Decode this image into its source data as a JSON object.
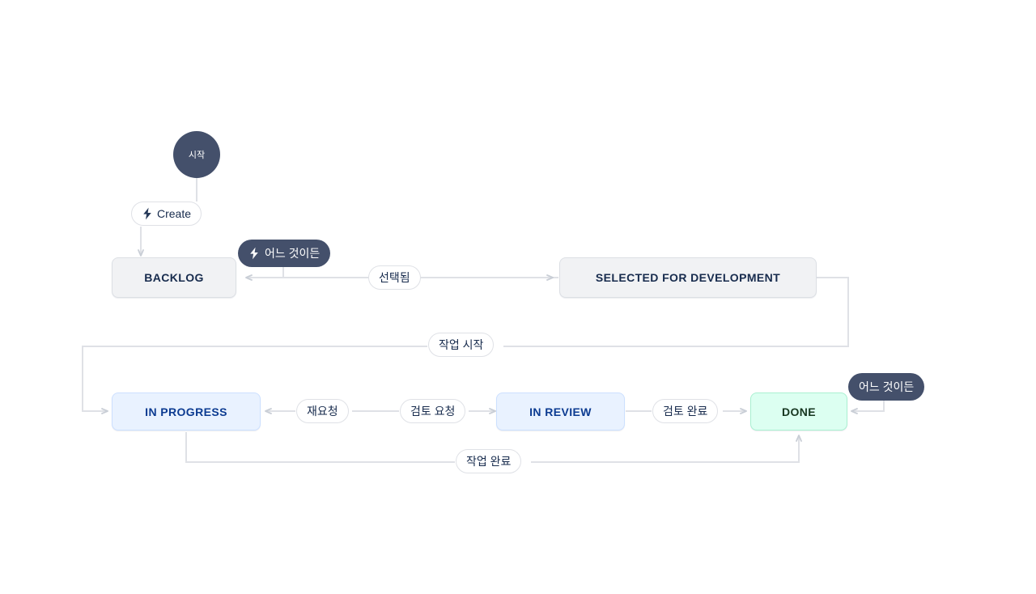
{
  "diagram": {
    "title": "Jira workflow diagram",
    "colors": {
      "canvas_background": "#ffffff",
      "edge_line": "#dfe1e6",
      "dark_node": "#44506b",
      "gray_node_fill": "#f1f2f4",
      "gray_node_border": "#dcdfe4",
      "blue_node_fill": "#e9f2ff",
      "blue_node_border": "#cce0ff",
      "green_node_fill": "#dcfff1",
      "green_node_border": "#aaf0d1",
      "pill_border": "#dfe1e6",
      "text_navy": "#172b4d"
    },
    "start_node": {
      "label": "시작"
    },
    "statuses": [
      {
        "id": "backlog",
        "label": "BACKLOG",
        "category": "gray"
      },
      {
        "id": "selected",
        "label": "SELECTED FOR DEVELOPMENT",
        "category": "gray"
      },
      {
        "id": "progress",
        "label": "IN PROGRESS",
        "category": "blue"
      },
      {
        "id": "review",
        "label": "IN REVIEW",
        "category": "blue"
      },
      {
        "id": "done",
        "label": "DONE",
        "category": "green"
      }
    ],
    "transitions": [
      {
        "id": "create",
        "label": "Create",
        "style": "pill",
        "icon": "bolt-icon",
        "from": "start",
        "to": "backlog"
      },
      {
        "id": "any-to-backlog",
        "label": "어느 것이든",
        "style": "badge",
        "icon": "bolt-icon",
        "from": "any",
        "to": "backlog"
      },
      {
        "id": "selected",
        "label": "선택됨",
        "style": "pill",
        "icon": "",
        "from": "backlog",
        "to": "selected"
      },
      {
        "id": "start-work",
        "label": "작업 시작",
        "style": "pill",
        "icon": "",
        "from": "selected",
        "to": "progress"
      },
      {
        "id": "rerequest",
        "label": "재요청",
        "style": "pill",
        "icon": "",
        "from": "review",
        "to": "progress"
      },
      {
        "id": "review-request",
        "label": "검토 요청",
        "style": "pill",
        "icon": "",
        "from": "progress",
        "to": "review"
      },
      {
        "id": "review-done",
        "label": "검토 완료",
        "style": "pill",
        "icon": "",
        "from": "review",
        "to": "done"
      },
      {
        "id": "any-to-done",
        "label": "어느 것이든",
        "style": "badge",
        "icon": "",
        "from": "any",
        "to": "done"
      },
      {
        "id": "work-done",
        "label": "작업 완료",
        "style": "pill",
        "icon": "",
        "from": "progress",
        "to": "done"
      }
    ]
  }
}
